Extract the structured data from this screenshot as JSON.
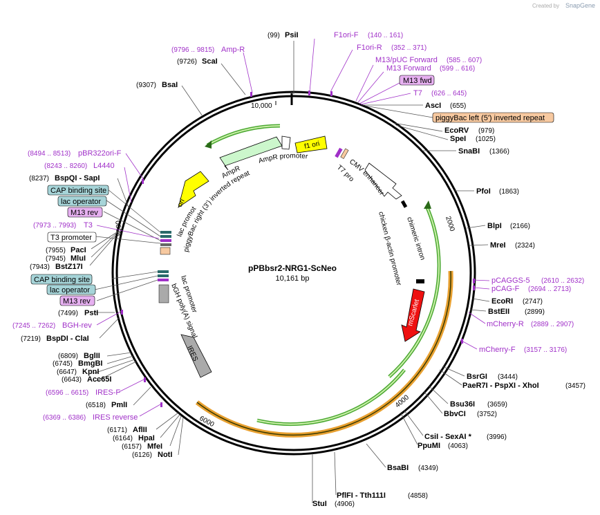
{
  "credit": {
    "text": "Created by",
    "brand": "SnapGene"
  },
  "plasmid": {
    "name": "pPBbsr2-NRG1-ScNeo",
    "length": "10,161 bp",
    "total_bp": 10161
  },
  "ticks": [
    {
      "label": "2000",
      "bp": 2000
    },
    {
      "label": "4000",
      "bp": 4000
    },
    {
      "label": "6000",
      "bp": 6000
    },
    {
      "label": "8000",
      "bp": 8000
    },
    {
      "label": "10,000",
      "bp": 10000
    }
  ],
  "right_labels": [
    {
      "kind": "enzyme",
      "name": "PsiI",
      "pos": "(99)"
    },
    {
      "kind": "primer",
      "name": "F1ori-F",
      "pos": "(140 .. 161)"
    },
    {
      "kind": "primer",
      "name": "F1ori-R",
      "pos": "(352 .. 371)"
    },
    {
      "kind": "primer",
      "name": "M13/pUC Forward",
      "pos": "(585 .. 607)"
    },
    {
      "kind": "primer",
      "name": "M13 Forward",
      "pos": "(599 .. 616)"
    },
    {
      "kind": "boxed",
      "name": "M13 fwd",
      "color": "#e6b0f0"
    },
    {
      "kind": "primer",
      "name": "T7",
      "pos": "(626 .. 645)"
    },
    {
      "kind": "enzyme",
      "name": "AscI",
      "pos": "(655)"
    },
    {
      "kind": "boxed",
      "name": "piggyBac left (5') inverted repeat",
      "color": "#f7c9a0"
    },
    {
      "kind": "enzyme",
      "name": "EcoRV",
      "pos": "(979)"
    },
    {
      "kind": "enzyme",
      "name": "SpeI",
      "pos": "(1025)"
    },
    {
      "kind": "enzyme",
      "name": "SnaBI",
      "pos": "(1366)"
    },
    {
      "kind": "enzyme",
      "name": "PfoI",
      "pos": "(1863)"
    },
    {
      "kind": "enzyme",
      "name": "BlpI",
      "pos": "(2166)"
    },
    {
      "kind": "enzyme",
      "name": "MreI",
      "pos": "(2324)"
    },
    {
      "kind": "primer",
      "name": "pCAGGS-5",
      "pos": "(2610 .. 2632)"
    },
    {
      "kind": "primer",
      "name": "pCAG-F",
      "pos": "(2694 .. 2713)"
    },
    {
      "kind": "enzyme",
      "name": "EcoRI",
      "pos": "(2747)"
    },
    {
      "kind": "enzyme",
      "name": "BstEII",
      "pos": "(2899)"
    },
    {
      "kind": "primer",
      "name": "mCherry-R",
      "pos": "(2889 .. 2907)"
    },
    {
      "kind": "primer",
      "name": "mCherry-F",
      "pos": "(3157 .. 3176)"
    },
    {
      "kind": "enzyme",
      "name": "BsrGI",
      "pos": "(3444)"
    },
    {
      "kind": "enzyme",
      "name": "PaeR7I - PspXI - XhoI",
      "pos": "(3457)"
    },
    {
      "kind": "enzyme",
      "name": "Bsu36I",
      "pos": "(3659)"
    },
    {
      "kind": "enzyme",
      "name": "BbvCI",
      "pos": "(3752)"
    },
    {
      "kind": "enzyme",
      "name": "CsiI - SexAI *",
      "pos": "(3996)"
    },
    {
      "kind": "enzyme",
      "name": "PpuMI",
      "pos": "(4063)"
    },
    {
      "kind": "enzyme",
      "name": "BsaBI",
      "pos": "(4349)"
    },
    {
      "kind": "enzyme",
      "name": "PflFI - Tth111I",
      "pos": "(4858)"
    },
    {
      "kind": "enzyme",
      "name": "StuI",
      "pos": "(4906)"
    }
  ],
  "left_labels": [
    {
      "kind": "primer",
      "name": "Amp-R",
      "pos": "(9796 .. 9815)"
    },
    {
      "kind": "enzyme",
      "name": "ScaI",
      "pos": "(9726)"
    },
    {
      "kind": "enzyme",
      "name": "BsaI",
      "pos": "(9307)"
    },
    {
      "kind": "primer",
      "name": "pBR322ori-F",
      "pos": "(8494 .. 8513)"
    },
    {
      "kind": "primer",
      "name": "L4440",
      "pos": "(8243 .. 8260)"
    },
    {
      "kind": "enzyme",
      "name": "BspQI - SapI",
      "pos": "(8237)"
    },
    {
      "kind": "boxed",
      "name": "CAP binding site",
      "color": "#a6d4d8"
    },
    {
      "kind": "boxed",
      "name": "lac operator",
      "color": "#a6d4d8"
    },
    {
      "kind": "boxed",
      "name": "M13 rev",
      "color": "#e6b0f0"
    },
    {
      "kind": "primer",
      "name": "T3",
      "pos": "(7973 .. 7993)"
    },
    {
      "kind": "boxed",
      "name": "T3 promoter",
      "color": "#ffffff"
    },
    {
      "kind": "enzyme",
      "name": "PacI",
      "pos": "(7955)"
    },
    {
      "kind": "enzyme",
      "name": "MluI",
      "pos": "(7945)"
    },
    {
      "kind": "enzyme",
      "name": "BstZ17I",
      "pos": "(7943)"
    },
    {
      "kind": "boxed",
      "name": "CAP binding site",
      "color": "#a6d4d8"
    },
    {
      "kind": "boxed",
      "name": "lac operator",
      "color": "#a6d4d8"
    },
    {
      "kind": "boxed",
      "name": "M13 rev",
      "color": "#e6b0f0"
    },
    {
      "kind": "enzyme",
      "name": "PstI",
      "pos": "(7499)"
    },
    {
      "kind": "primer",
      "name": "BGH-rev",
      "pos": "(7245 .. 7262)"
    },
    {
      "kind": "enzyme",
      "name": "BspDI - ClaI",
      "pos": "(7219)"
    },
    {
      "kind": "enzyme",
      "name": "BglII",
      "pos": "(6809)"
    },
    {
      "kind": "enzyme",
      "name": "BmgBI",
      "pos": "(6745)"
    },
    {
      "kind": "enzyme",
      "name": "KpnI",
      "pos": "(6647)"
    },
    {
      "kind": "enzyme",
      "name": "Acc65I",
      "pos": "(6643)"
    },
    {
      "kind": "primer",
      "name": "IRES-F",
      "pos": "(6596 .. 6615)"
    },
    {
      "kind": "enzyme",
      "name": "PmlI",
      "pos": "(6518)"
    },
    {
      "kind": "primer",
      "name": "IRES reverse",
      "pos": "(6369 .. 6386)"
    },
    {
      "kind": "enzyme",
      "name": "AflII",
      "pos": "(6171)"
    },
    {
      "kind": "enzyme",
      "name": "HpaI",
      "pos": "(6164)"
    },
    {
      "kind": "enzyme",
      "name": "MfeI",
      "pos": "(6157)"
    },
    {
      "kind": "enzyme",
      "name": "NotI",
      "pos": "(6126)"
    }
  ],
  "inner_features": {
    "f1_ori": "f1 ori",
    "ampr_promoter": "AmpR promoter",
    "ampr": "AmpR",
    "ori": "ori",
    "cmv_enhancer": "CMV enhancer",
    "t7_promoter": "T7 promoter",
    "chimeric_intron": "chimeric intron",
    "chicken_promoter": "chicken β-actin promoter",
    "mscarlet": "mScarlet",
    "lac_promoter_top": "lac promoter",
    "piggybac_right": "piggyBac right (3') inverted repeat",
    "lac_promoter_mid": "lac promoter",
    "bgh_polya": "bGH poly(A) signal",
    "ires": "IRES"
  },
  "colors": {
    "primer": "#a030c8",
    "ori_yellow": "#ffff00",
    "ampr_green": "#ccf7cc",
    "mscarlet_red": "#ee1111",
    "orf_green": "#4aa832",
    "orf_orange": "#e8a030",
    "piggybac": "#f7c9a0",
    "lac_box": "#a6d4d8",
    "m13_box": "#e6b0f0"
  }
}
